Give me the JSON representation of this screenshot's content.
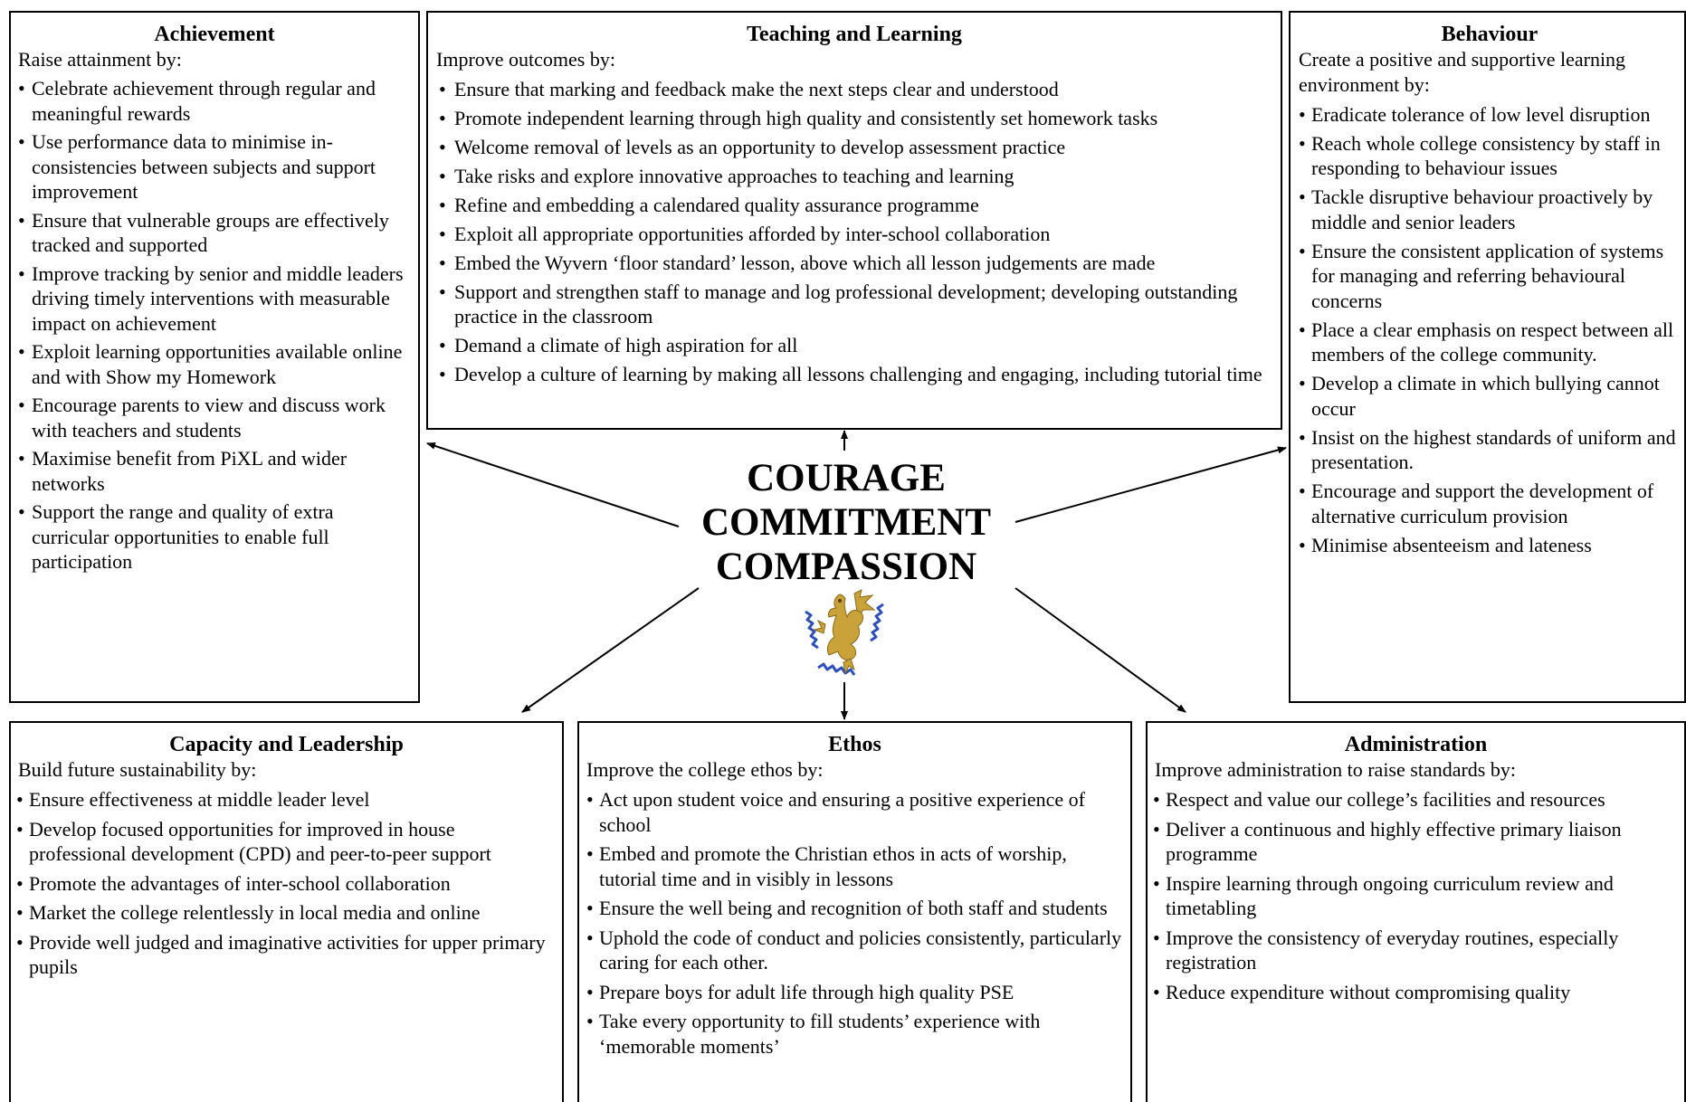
{
  "achievement": {
    "title": "Achievement",
    "intro": "Raise attainment by:",
    "items": [
      "Celebrate achievement through regular and meaningful rewards",
      "Use performance data to minimise in-consistencies between subjects and support improvement",
      "Ensure that vulnerable groups are effectively tracked and supported",
      "Improve tracking by senior and middle leaders driving timely interventions with measurable impact on achievement",
      "Exploit learning opportunities available online and with Show my Homework",
      "Encourage parents to view and discuss work with teachers and students",
      "Maximise benefit from PiXL and wider networks",
      "Support the range and quality of extra curricular opportunities to enable full participation"
    ]
  },
  "teaching": {
    "title": "Teaching and Learning",
    "intro": "Improve outcomes by:",
    "items": [
      "Ensure that marking and feedback make the next steps clear and understood",
      "Promote independent learning through high quality and consistently set homework tasks",
      "Welcome removal of levels as an opportunity to develop assessment practice",
      "Take risks and explore innovative approaches to teaching and learning",
      "Refine and embedding a calendared quality assurance programme",
      "Exploit all appropriate opportunities afforded by inter-school collaboration",
      "Embed the Wyvern ‘floor standard’ lesson, above which all lesson judgements are made",
      "Support and strengthen staff to manage and log professional development; developing outstanding practice in the classroom",
      "Demand a climate of high aspiration for all",
      "Develop a culture of learning by making all lessons challenging and engaging, including tutorial time"
    ]
  },
  "behaviour": {
    "title": "Behaviour",
    "intro": "Create a positive and supportive learning environment by:",
    "items": [
      "Eradicate tolerance of low level disruption",
      "Reach whole college consistency by staff in responding to behaviour issues",
      "Tackle disruptive behaviour proactively by middle and senior leaders",
      "Ensure the consistent application of systems for managing and referring behavioural concerns",
      "Place a clear emphasis on respect between all members of the college community.",
      "Develop a climate in which bullying cannot occur",
      "Insist on the highest standards of  uniform and presentation.",
      "Encourage and support the development of alternative curriculum provision",
      "Minimise absenteeism and lateness"
    ]
  },
  "motto": {
    "line1": "COURAGE",
    "line2": "COMMITMENT",
    "line3": "COMPASSION"
  },
  "crest": {
    "icon": "dragon-crest-icon",
    "colors": {
      "gold": "#c9a23a",
      "blue": "#2c4fbf"
    }
  },
  "capacity": {
    "title": "Capacity and Leadership",
    "intro": "Build future sustainability by:",
    "items": [
      "Ensure effectiveness at middle leader level",
      "Develop focused opportunities for improved in house professional development (CPD) and peer-to-peer support",
      "Promote the advantages of inter-school collaboration",
      "Market the college relentlessly in local media and online",
      "Provide well judged and imaginative activities for upper primary pupils"
    ]
  },
  "ethos": {
    "title": "Ethos",
    "intro": "Improve the college ethos by:",
    "items": [
      "Act upon student voice and ensuring a positive experience of school",
      "Embed and promote the Christian ethos in acts of worship, tutorial time and in visibly in lessons",
      "Ensure the well being and recognition of both staff and students",
      "Uphold the code of conduct and policies consistently, particularly caring for each other.",
      "Prepare boys for adult life through high quality PSE",
      "Take every opportunity to fill students’ experience with ‘memorable moments’"
    ]
  },
  "admin": {
    "title": "Administration",
    "intro": "Improve administration to raise standards by:",
    "items": [
      "Respect and value our college’s facilities and resources",
      "Deliver a continuous and highly effective primary liaison programme",
      "Inspire learning through ongoing curriculum review and timetabling",
      "Improve the consistency of everyday routines, especially registration",
      "Reduce expenditure without compromising quality"
    ]
  }
}
